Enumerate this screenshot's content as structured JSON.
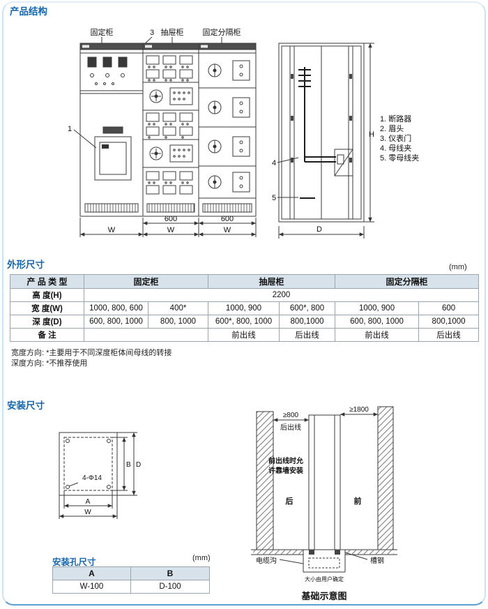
{
  "structure": {
    "title": "产品结构",
    "cabinet_labels": {
      "fixed": "固定柜",
      "drawer": "抽屉柜",
      "partition": "固定分隔柜"
    },
    "callouts": {
      "c1": "1",
      "c3": "3",
      "c4": "4",
      "c5": "5"
    },
    "legend": {
      "items": [
        "1. 断路器",
        "2. 眉头",
        "3. 仪表门",
        "4. 母线夹",
        "5. 零母线夹"
      ]
    },
    "dims": {
      "w1": "W",
      "w2": "W",
      "w3": "W",
      "d600a": "600",
      "d600b": "600",
      "h": "H",
      "d": "D"
    }
  },
  "outline": {
    "title": "外形尺寸",
    "unit": "(mm)",
    "header": {
      "product_type": "产 品 类 型",
      "fixed": "固定柜",
      "drawer": "抽屉柜",
      "partition": "固定分隔柜"
    },
    "rows": {
      "height": {
        "label": "高 度(H)",
        "value": "2200"
      },
      "width": {
        "label": "宽 度(W)",
        "cells": [
          "1000, 800, 600",
          "400*",
          "1000, 900",
          "600*, 800",
          "1000, 900",
          "600"
        ]
      },
      "depth": {
        "label": "深 度(D)",
        "cells": [
          "600, 800, 1000",
          "800, 1000",
          "600*, 800, 1000",
          "800,1000",
          "600, 800, 1000",
          "800,1000"
        ]
      },
      "remark": {
        "label": "备 注",
        "cells": [
          "前出线",
          "后出线",
          "前出线",
          "后出线"
        ]
      }
    },
    "notes": [
      "宽度方向: *主要用于不同深度柜体间母线的转接",
      "深度方向: *不推荐使用"
    ]
  },
  "install": {
    "title": "安装尺寸",
    "hole_callout": "4-Φ14",
    "dims": {
      "a": "A",
      "b": "B",
      "w": "W",
      "d": "D"
    },
    "hole_table": {
      "title": "安装孔尺寸",
      "unit": "(mm)",
      "col_a": "A",
      "col_b": "B",
      "val_a": "W-100",
      "val_b": "D-100"
    },
    "foundation": {
      "caption": "基础示意图",
      "dim_left": "≥800",
      "dim_right": "≥1800",
      "back_outlet": "后出线",
      "wall_note1": "前出线时允",
      "wall_note2": "许靠墙安装",
      "back": "后",
      "front": "前",
      "cable_trench": "电缆沟",
      "channel_steel": "槽钢",
      "pit_note": "大小由用户确定"
    }
  }
}
